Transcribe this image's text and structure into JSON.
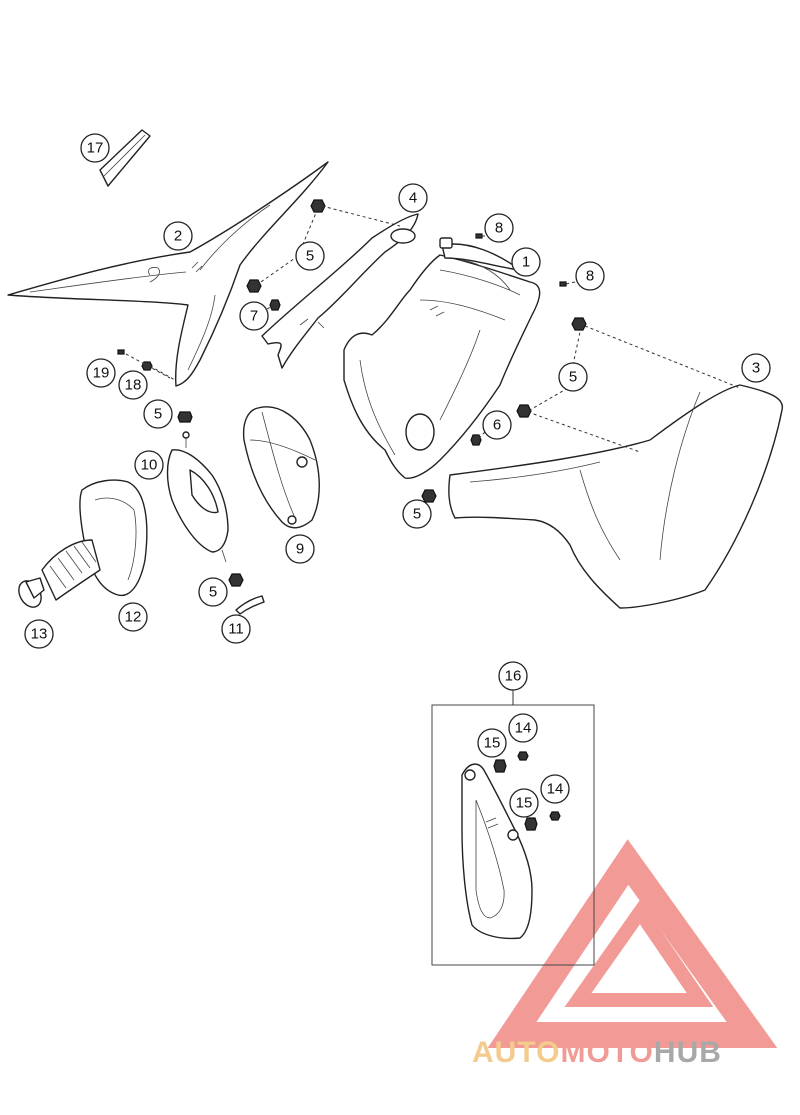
{
  "diagram": {
    "callouts": [
      {
        "id": "c17",
        "label": "17"
      },
      {
        "id": "c2",
        "label": "2"
      },
      {
        "id": "c4",
        "label": "4"
      },
      {
        "id": "c8a",
        "label": "8"
      },
      {
        "id": "c1",
        "label": "1"
      },
      {
        "id": "c8b",
        "label": "8"
      },
      {
        "id": "c5a",
        "label": "5"
      },
      {
        "id": "c7",
        "label": "7"
      },
      {
        "id": "c3",
        "label": "3"
      },
      {
        "id": "c5b",
        "label": "5"
      },
      {
        "id": "c19",
        "label": "19"
      },
      {
        "id": "c18",
        "label": "18"
      },
      {
        "id": "c5c",
        "label": "5"
      },
      {
        "id": "c6",
        "label": "6"
      },
      {
        "id": "c10",
        "label": "10"
      },
      {
        "id": "c5d",
        "label": "5"
      },
      {
        "id": "c9",
        "label": "9"
      },
      {
        "id": "c5e",
        "label": "5"
      },
      {
        "id": "c12",
        "label": "12"
      },
      {
        "id": "c13",
        "label": "13"
      },
      {
        "id": "c11",
        "label": "11"
      },
      {
        "id": "c16",
        "label": "16"
      },
      {
        "id": "c14a",
        "label": "14"
      },
      {
        "id": "c15a",
        "label": "15"
      },
      {
        "id": "c14b",
        "label": "14"
      },
      {
        "id": "c15b",
        "label": "15"
      }
    ]
  },
  "watermark": {
    "part1": "AUTO",
    "part2": "MOTO",
    "part3": "HUB",
    "color1": "#f2c27a",
    "color2": "#ef8a84",
    "color3": "#9a9a9a",
    "triangle_color": "#f08a84"
  }
}
